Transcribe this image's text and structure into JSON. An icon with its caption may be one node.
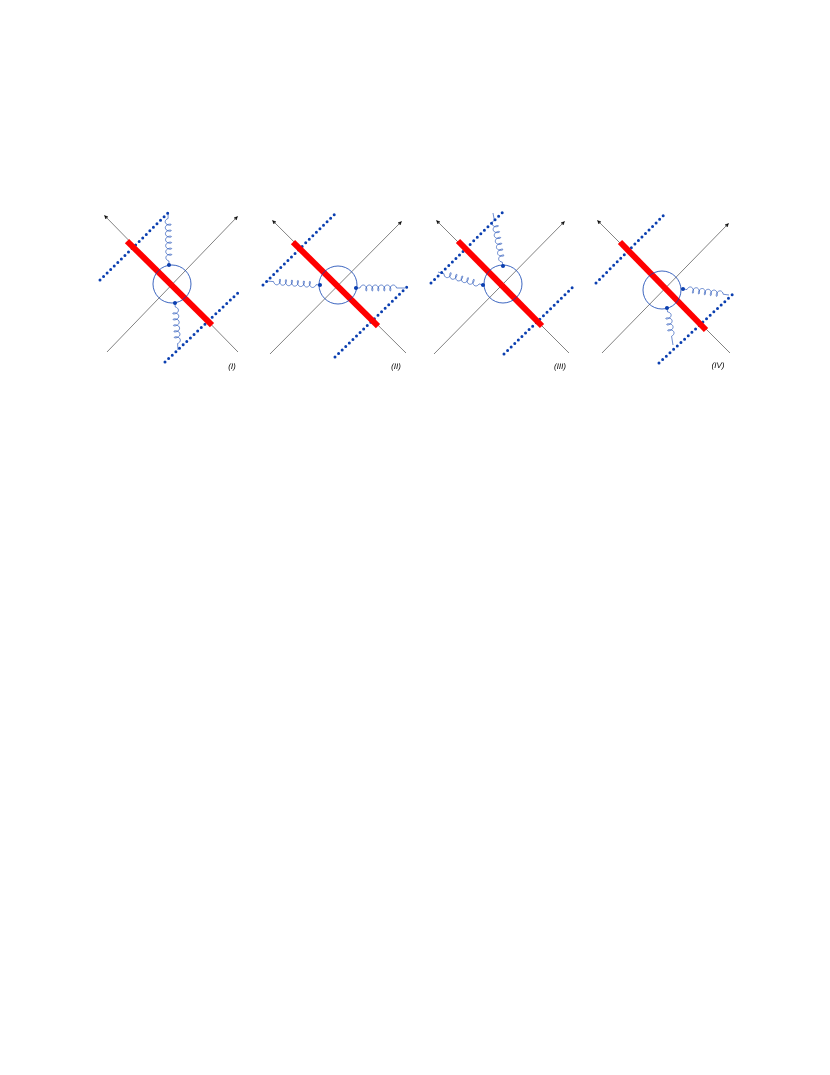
{
  "diagram": {
    "labels": [
      "(I)",
      "(II)",
      "(III)",
      "(IV)"
    ]
  }
}
